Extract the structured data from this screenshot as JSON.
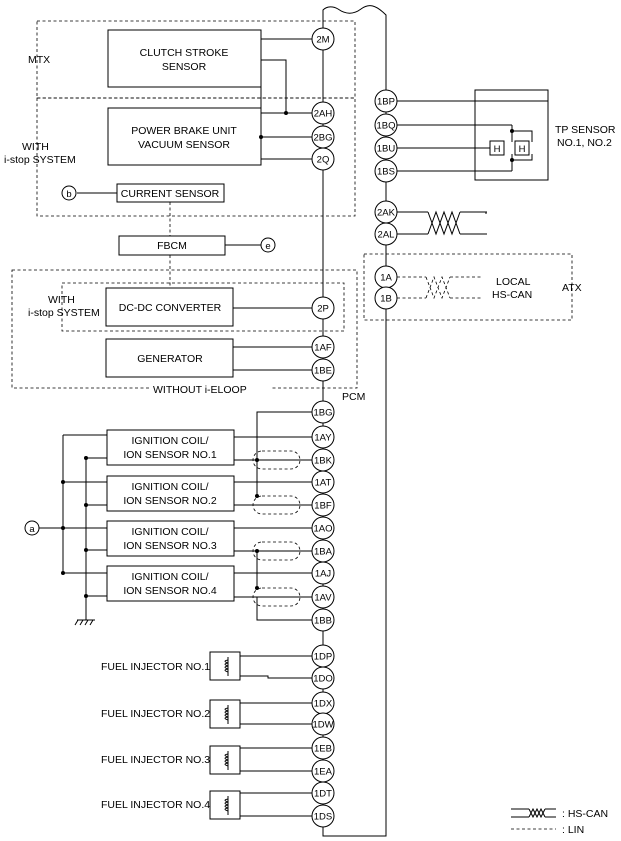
{
  "pcm": {
    "label": "PCM",
    "pins_left": [
      "2M",
      "2AH",
      "2BG",
      "2Q",
      "2P",
      "1AF",
      "1BE",
      "1BG",
      "1AY",
      "1BK",
      "1AT",
      "1BF",
      "1AO",
      "1BA",
      "1AJ",
      "1AV",
      "1BB",
      "1DP",
      "1DO",
      "1DX",
      "1DW",
      "1EB",
      "1EA",
      "1DT",
      "1DS"
    ],
    "pins_right": [
      "1BP",
      "1BQ",
      "1BU",
      "1BS",
      "2AK",
      "2AL",
      "1A",
      "1B"
    ]
  },
  "groups": {
    "mtx": "MTX",
    "with_istop_1": [
      "WITH",
      "i-stop SYSTEM"
    ],
    "with_istop_2": [
      "WITH",
      "i-stop SYSTEM"
    ],
    "without_ieloop": "WITHOUT i-ELOOP",
    "atx": "ATX"
  },
  "components": {
    "clutch": [
      "CLUTCH STROKE",
      "SENSOR"
    ],
    "pbu": [
      "POWER BRAKE UNIT",
      "VACUUM SENSOR"
    ],
    "current": "CURRENT SENSOR",
    "fbcm": "FBCM",
    "dcdc": "DC-DC CONVERTER",
    "generator": "GENERATOR",
    "coils": [
      [
        "IGNITION COIL/",
        "ION SENSOR NO.1"
      ],
      [
        "IGNITION COIL/",
        "ION SENSOR NO.2"
      ],
      [
        "IGNITION COIL/",
        "ION SENSOR NO.3"
      ],
      [
        "IGNITION COIL/",
        "ION SENSOR NO.4"
      ]
    ],
    "injectors": [
      "FUEL INJECTOR NO.1",
      "FUEL INJECTOR NO.2",
      "FUEL INJECTOR NO.3",
      "FUEL INJECTOR NO.4"
    ],
    "tp_sensor": [
      "TP SENSOR",
      "NO.1, NO.2"
    ],
    "tp_h": "H",
    "local_hscan": [
      "LOCAL",
      "HS-CAN"
    ]
  },
  "connectors": {
    "a": "a",
    "b": "b",
    "e": "e"
  },
  "legend": {
    "hscan": ": HS-CAN",
    "lin": ": LIN"
  }
}
